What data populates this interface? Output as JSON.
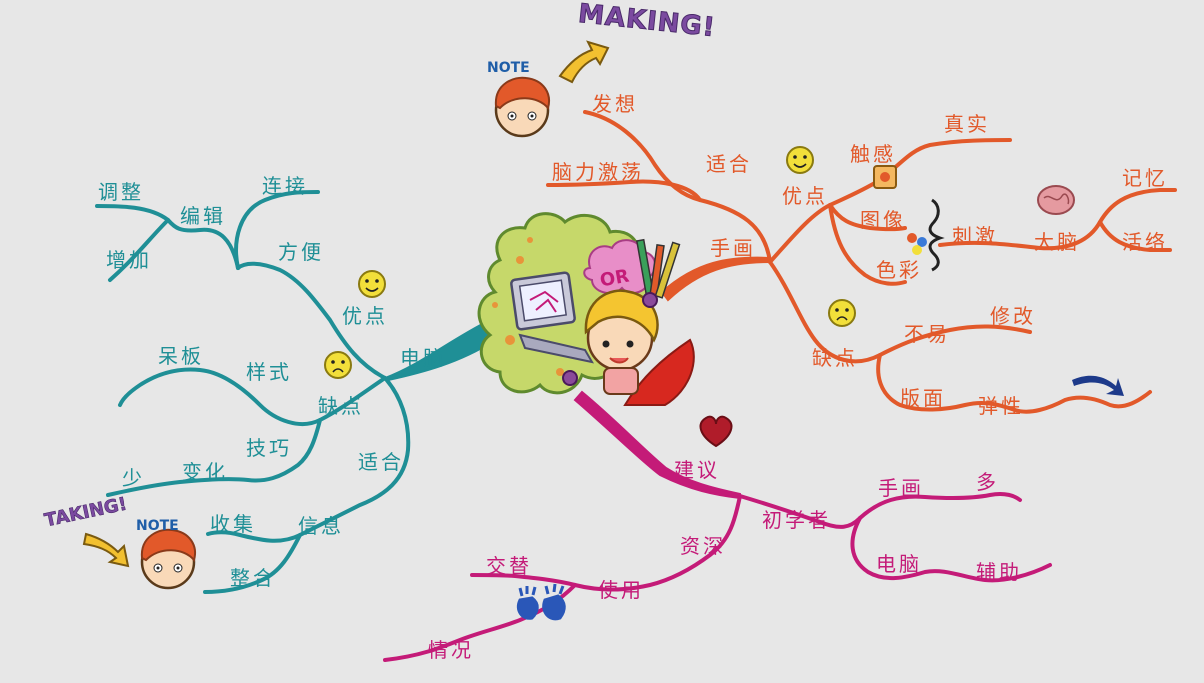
{
  "center": {
    "or_text": "OR"
  },
  "word_art": {
    "making": "MAKING!",
    "taking": "TAKING!",
    "note": "NOTE"
  },
  "colors": {
    "computer_branch": "#1f8f96",
    "handdraw_branch": "#e2592a",
    "advice_branch": "#c41b78",
    "background": "#e7e7e7"
  },
  "labels": {
    "computer": "电脑",
    "pc_pros": "优点",
    "pc_convenient": "方便",
    "pc_edit": "编辑",
    "pc_connect": "连接",
    "pc_adjust": "调整",
    "pc_add": "增加",
    "pc_cons": "缺点",
    "pc_style": "样式",
    "pc_rigid": "呆板",
    "pc_skill": "技巧",
    "pc_change": "变化",
    "pc_few": "少",
    "pc_suitable": "适合",
    "pc_info": "信息",
    "pc_collect": "收集",
    "pc_integrate": "整合",
    "handdraw": "手画",
    "hd_suitable": "适合",
    "hd_ideas": "发想",
    "hd_brainstorm": "脑力激荡",
    "hd_pros": "优点",
    "hd_touch": "触感",
    "hd_real": "真实",
    "hd_image": "图像",
    "hd_color": "色彩",
    "hd_stimulate": "刺激",
    "hd_brain": "大脑",
    "hd_memory": "记忆",
    "hd_active": "活络",
    "hd_cons": "缺点",
    "hd_hard": "不易",
    "hd_modify": "修改",
    "hd_layout": "版面",
    "hd_flex": "弹性",
    "advice": "建议",
    "adv_beginner": "初学者",
    "adv_handdraw": "手画",
    "adv_more": "多",
    "adv_computer": "电脑",
    "adv_assist": "辅助",
    "adv_senior": "资深",
    "adv_use": "使用",
    "adv_alternate": "交替",
    "adv_situation": "情况"
  }
}
